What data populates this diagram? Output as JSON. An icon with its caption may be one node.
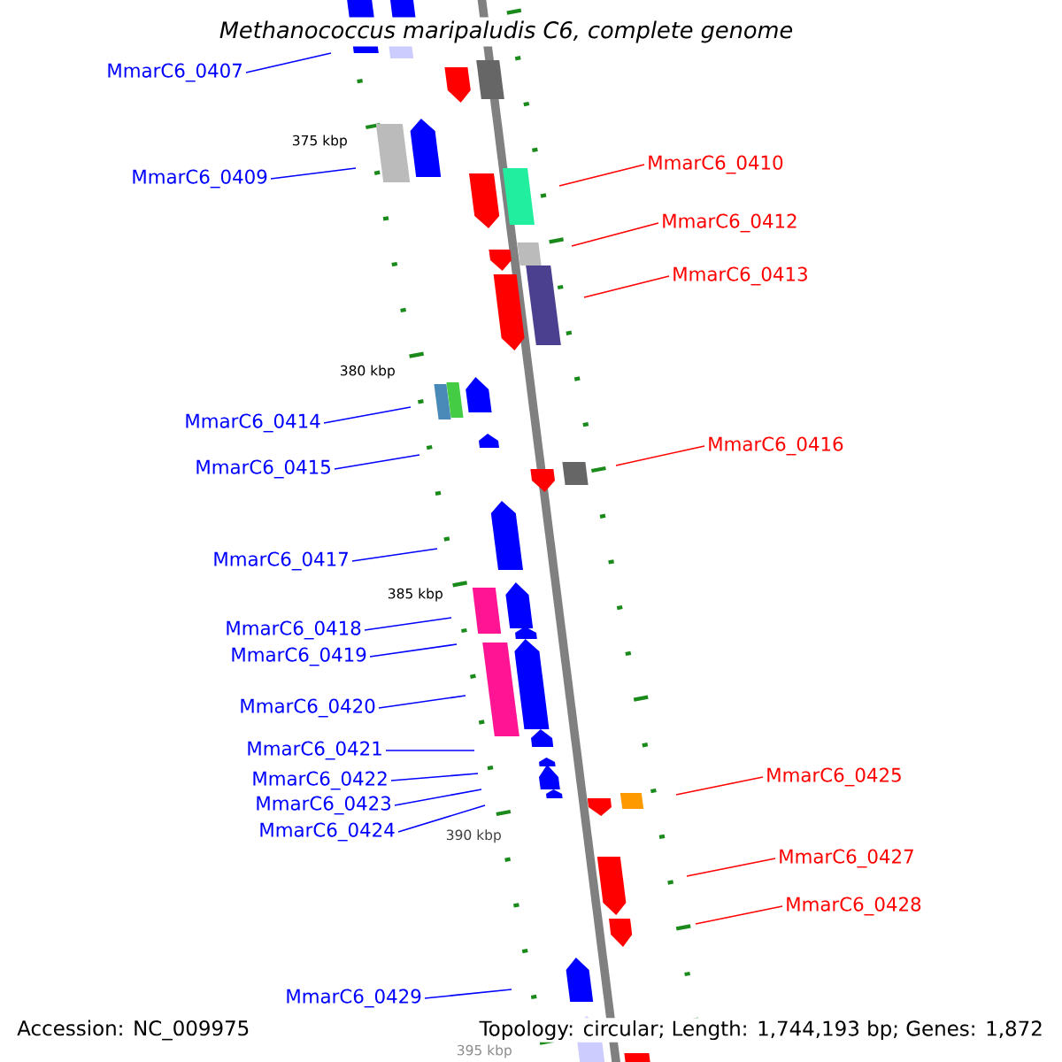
{
  "diagram": {
    "title": "Methanococcus maripaludis C6, complete genome",
    "nodes": [
      {
        "text": [
          "MmarC6_0407"
        ]
      },
      {
        "text": [
          "MmarC6_0409"
        ]
      },
      {
        "text": [
          "MmarC6_0410"
        ]
      },
      {
        "text": [
          "MmarC6_0412"
        ]
      },
      {
        "text": [
          "MmarC6_0413"
        ]
      },
      {
        "text": [
          "MmarC6_0414"
        ]
      },
      {
        "text": [
          "MmarC6_0415"
        ]
      },
      {
        "text": [
          "MmarC6_0416"
        ]
      },
      {
        "text": [
          "MmarC6_0417"
        ]
      },
      {
        "text": [
          "MmarC6_0418"
        ]
      },
      {
        "text": [
          "MmarC6_0419"
        ]
      },
      {
        "text": [
          "MmarC6_0420"
        ]
      },
      {
        "text": [
          "MmarC6_0421"
        ]
      },
      {
        "text": [
          "MmarC6_0422"
        ]
      },
      {
        "text": [
          "MmarC6_0423"
        ]
      },
      {
        "text": [
          "MmarC6_0424"
        ]
      },
      {
        "text": [
          "MmarC6_0425"
        ]
      },
      {
        "text": [
          "MmarC6_0427"
        ]
      },
      {
        "text": [
          "MmarC6_0428"
        ]
      },
      {
        "text": [
          "MmarC6_0429"
        ]
      }
    ],
    "edges": [
      {
        "from": 0,
        "to": null,
        "arrow": "none"
      },
      {
        "from": 1,
        "to": null,
        "arrow": "none"
      },
      {
        "from": 2,
        "to": null,
        "arrow": "none",
        "color": "#ff0000"
      },
      {
        "from": 3,
        "to": null,
        "arrow": "none",
        "color": "#ff0000"
      },
      {
        "from": 4,
        "to": null,
        "arrow": "none",
        "color": "#ff0000"
      },
      {
        "from": 5,
        "to": null,
        "arrow": "none"
      },
      {
        "from": 6,
        "to": null,
        "arrow": "none"
      },
      {
        "from": 7,
        "to": null,
        "arrow": "none",
        "color": "#ff0000"
      },
      {
        "from": 8,
        "to": null,
        "arrow": "none"
      },
      {
        "from": 9,
        "to": null,
        "arrow": "none"
      },
      {
        "from": 10,
        "to": null,
        "arrow": "none"
      },
      {
        "from": 11,
        "to": null,
        "arrow": "none"
      },
      {
        "from": 12,
        "to": null,
        "arrow": "none"
      },
      {
        "from": 13,
        "to": null,
        "arrow": "none"
      },
      {
        "from": 14,
        "to": null,
        "arrow": "none"
      },
      {
        "from": 15,
        "to": null,
        "arrow": "none"
      },
      {
        "from": 16,
        "to": null,
        "arrow": "none",
        "color": "#ff0000"
      },
      {
        "from": 17,
        "to": null,
        "arrow": "none",
        "color": "#ff0000"
      },
      {
        "from": 18,
        "to": null,
        "arrow": "none",
        "color": "#ff0000"
      },
      {
        "from": 19,
        "to": null,
        "arrow": "none"
      }
    ],
    "labels": [
      "375 kbp",
      "380 kbp",
      "385 kbp",
      "390 kbp",
      "395 kbp",
      "Accession: NC_009975",
      "Topology: circular; Length: 1,744,193 bp; Genes: 1,872"
    ]
  }
}
